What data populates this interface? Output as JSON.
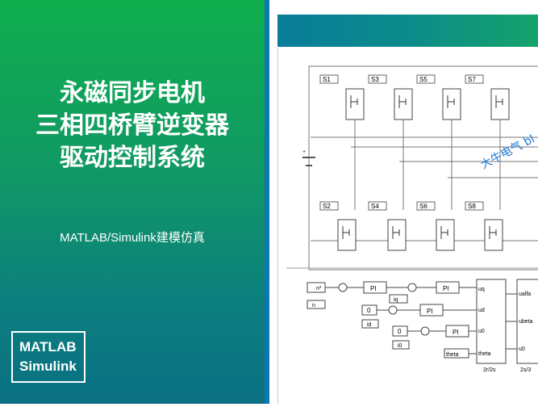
{
  "title_lines": [
    "永磁同步电机",
    "三相四桥臂逆变器",
    "驱动控制系统"
  ],
  "subtitle": "MATLAB/Simulink建模仿真",
  "badge": [
    "MATLAB",
    "Simulink"
  ],
  "watermark": "大牛电气 bl",
  "diagram": {
    "upper_switches": [
      "S1",
      "S3",
      "S5",
      "S7"
    ],
    "lower_switches": [
      "S2",
      "S4",
      "S6",
      "S8"
    ],
    "control": {
      "in_n_star": "n*",
      "in_n": "n",
      "pi_label": "PI",
      "iq": "iq",
      "zero": "0",
      "id": "id",
      "i0": "i0",
      "theta": "theta",
      "block1_ports": [
        "uq",
        "ud",
        "u0",
        "theta"
      ],
      "block1_name": "2r/2s",
      "block2_ports": [
        "ualfa",
        "ubeta",
        "u0"
      ],
      "block2_name": "2s/3"
    }
  },
  "colors": {
    "left_top": "#0fae4d",
    "left_bottom": "#0a6f82",
    "accent": "#0b78b0"
  }
}
